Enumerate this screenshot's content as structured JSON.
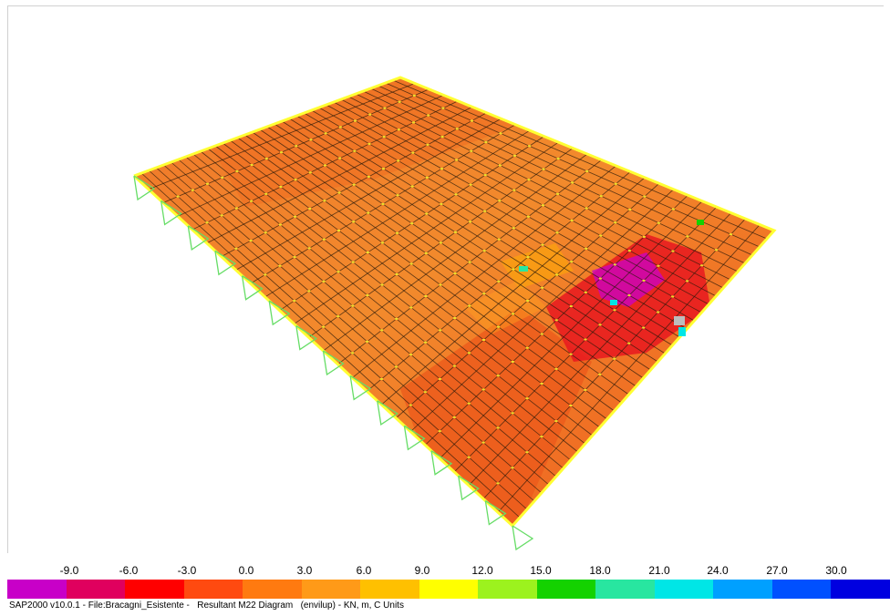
{
  "status_bar": {
    "text": "SAP2000 v10.0.1 - File:Bracagni_Esistente -   Resultant M22 Diagram   (envilup) - KN, m, C Units"
  },
  "legend": {
    "labels": [
      "-9.0",
      "-6.0",
      "-3.0",
      "0.0",
      "3.0",
      "6.0",
      "9.0",
      "12.0",
      "15.0",
      "18.0",
      "21.0",
      "24.0",
      "27.0",
      "30.0"
    ],
    "colors": [
      "#c800c8",
      "#e0005e",
      "#ff0000",
      "#ff4a10",
      "#ff7a10",
      "#ff9a18",
      "#ffc000",
      "#ffff00",
      "#9cf21e",
      "#14d200",
      "#28e6a0",
      "#00e6e6",
      "#00a0ff",
      "#0050ff",
      "#0000e0"
    ]
  },
  "colors": {
    "mesh_base": "#f06a20",
    "mesh_line": "#2a1a0a",
    "edge": "#ffff33",
    "support": "#66dd66",
    "hot": "#e8101a",
    "peak": "#c000c0"
  }
}
